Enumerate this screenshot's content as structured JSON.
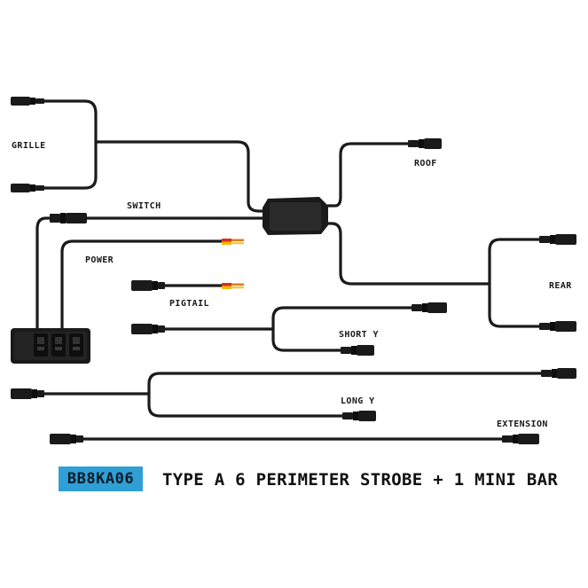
{
  "labels": {
    "grille": "GRILLE",
    "roof": "ROOF",
    "switch": "SWITCH",
    "power": "POWER",
    "pigtail": "PIGTAIL",
    "rear": "REAR",
    "short_y": "SHORT Y",
    "long_y": "LONG Y",
    "extension": "EXTENSION"
  },
  "footer": {
    "sku": "BB8KA06",
    "title": "TYPE A 6 PERIMETER STROBE + 1 MINI BAR"
  },
  "colors": {
    "wire": "#1b1b1b",
    "sku_background": "#2f9fd6",
    "lead_red": "#d8301f",
    "lead_yellow": "#f2b705"
  }
}
